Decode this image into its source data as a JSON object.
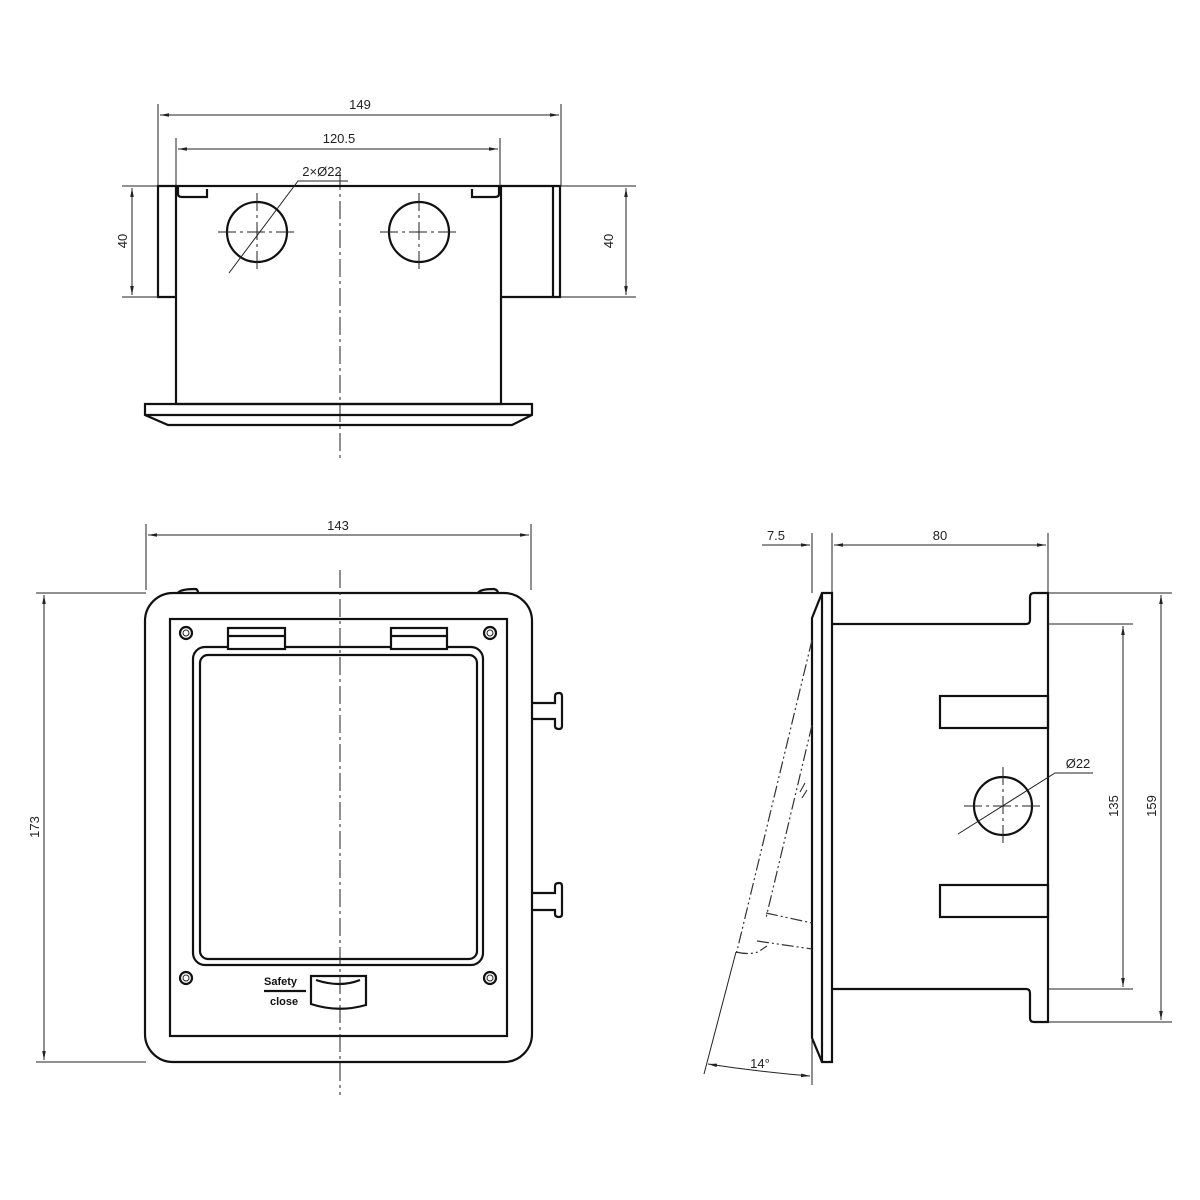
{
  "top_view": {
    "dim_overall_width": "149",
    "dim_inner_width": "120.5",
    "dim_holes": "2×Ø22",
    "dim_height_left": "40",
    "dim_height_right": "40"
  },
  "front_view": {
    "dim_width": "143",
    "dim_height": "173",
    "latch_label_line1": "Safety",
    "latch_label_line2": "close"
  },
  "side_view": {
    "dim_plate": "7.5",
    "dim_depth": "80",
    "dim_hole": "Ø22",
    "dim_inner_height": "135",
    "dim_outer_height": "159",
    "dim_angle": "14°"
  },
  "colors": {
    "line": "#111111",
    "background": "#ffffff"
  }
}
